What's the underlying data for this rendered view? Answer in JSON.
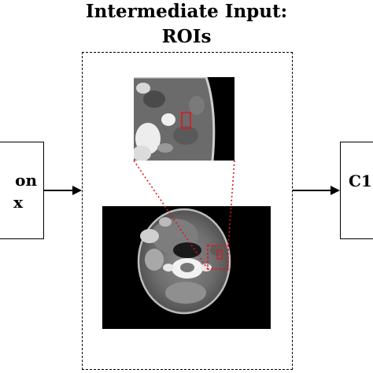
{
  "title": {
    "line1": "Intermediate Input:",
    "line2": "ROIs"
  },
  "left_box": {
    "line1": "on",
    "line2": "x"
  },
  "right_box": {
    "label": "C1"
  },
  "colors": {
    "roi_box": "#e0161c",
    "connector": "#e0161c",
    "arrow": "#000000",
    "scan_background": "#000000"
  },
  "images": [
    {
      "name": "roi-zoomed-ct-crop",
      "description": "zoomed CT crop with red ROI box"
    },
    {
      "name": "axial-neck-ct-scan",
      "description": "axial neck CT slice with red ROI box"
    }
  ]
}
